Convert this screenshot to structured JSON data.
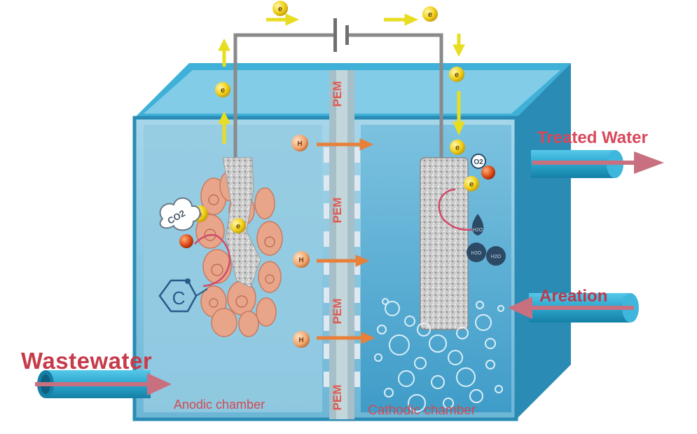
{
  "labels": {
    "wastewater": "Wastewater",
    "treated_water": "Treated  Water",
    "aeration": "Areation",
    "anodic_chamber": "Anodic chamber",
    "cathodic_chamber": "Cathodic chamber",
    "pem": "PEM",
    "co2": "CO2",
    "carbon": "C",
    "electron": "e",
    "proton": "H",
    "oxygen": "O2",
    "water": "H2O"
  },
  "colors": {
    "tank_front": "#8cc4de",
    "tank_top": "#3fb0d8",
    "tank_side": "#2a8cb4",
    "label_red": "#c73a4a",
    "electron_yellow": "#f2d21c",
    "proton_orange": "#e8803a",
    "pipe_blue": "#2aa6cc",
    "biofilm": "#e8a58a",
    "electrode_gray": "#b8b8b8"
  }
}
